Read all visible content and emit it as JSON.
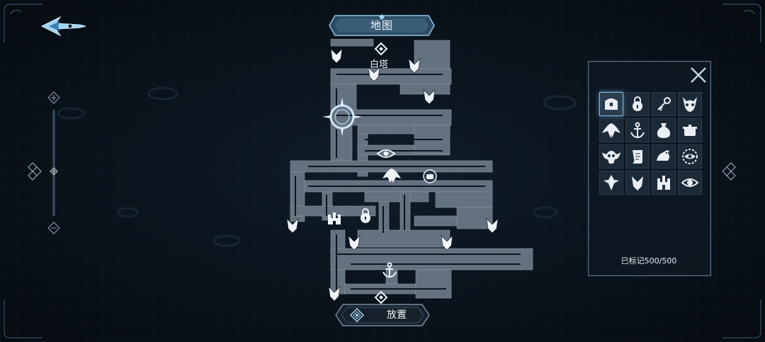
{
  "header": {
    "title": "地图"
  },
  "map": {
    "location_label": "白塔"
  },
  "actions": {
    "place_label": "放置"
  },
  "panel": {
    "marked_count": "已标记500/500",
    "icons": [
      {
        "name": "treasure-chest-icon",
        "selected": true
      },
      {
        "name": "lock-icon",
        "selected": false
      },
      {
        "name": "key-icon",
        "selected": false
      },
      {
        "name": "demon-mask-icon",
        "selected": false
      },
      {
        "name": "manta-ray-icon",
        "selected": false
      },
      {
        "name": "anchor-icon",
        "selected": false
      },
      {
        "name": "money-bag-icon",
        "selected": false
      },
      {
        "name": "cooking-pot-icon",
        "selected": false
      },
      {
        "name": "bat-skull-icon",
        "selected": false
      },
      {
        "name": "scroll-icon",
        "selected": false
      },
      {
        "name": "bird-icon",
        "selected": false
      },
      {
        "name": "eye-wheel-icon",
        "selected": false
      },
      {
        "name": "crest-marker-icon",
        "selected": false
      },
      {
        "name": "chevron-marker-icon",
        "selected": false
      },
      {
        "name": "castle-icon",
        "selected": false
      },
      {
        "name": "eye-icon",
        "selected": false
      }
    ]
  },
  "colors": {
    "background": "#0a131c",
    "map_floor": "#64717e",
    "accent": "#6fb7e8",
    "panel_border": "#5f7487"
  }
}
